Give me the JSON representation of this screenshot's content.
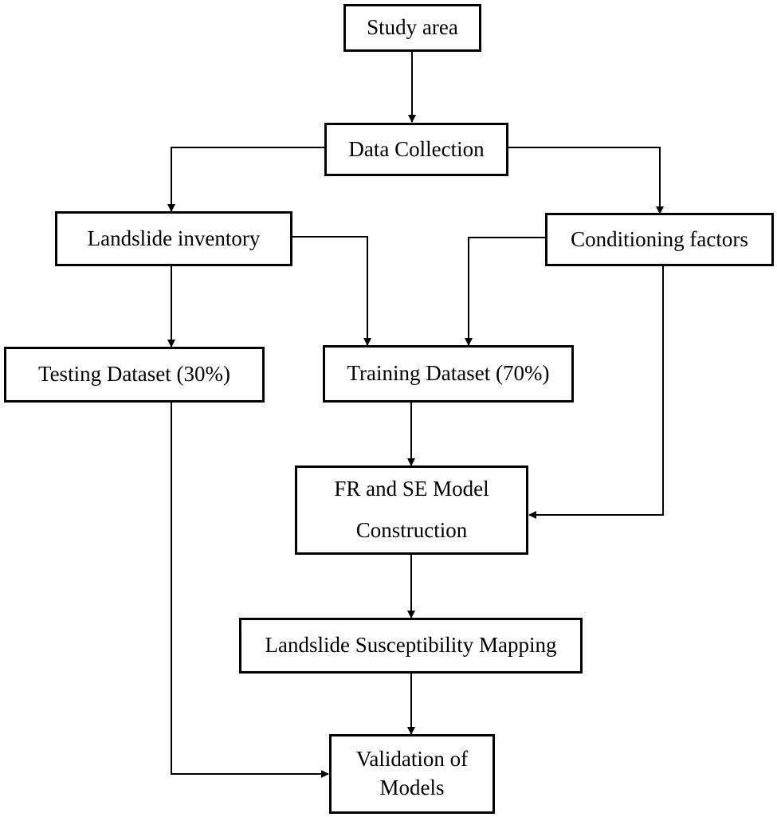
{
  "nodes": {
    "study_area": "Study area",
    "data_collection": "Data Collection",
    "landslide_inventory": "Landslide inventory",
    "conditioning_factors": "Conditioning factors",
    "testing_dataset": "Testing Dataset (30%)",
    "training_dataset": "Training Dataset (70%)",
    "model_construction": [
      "FR and SE Model",
      "Construction"
    ],
    "susceptibility_mapping": "Landslide Susceptibility Mapping",
    "validation": [
      "Validation of",
      "Models"
    ]
  },
  "edges": [
    {
      "from": "study_area",
      "to": "data_collection"
    },
    {
      "from": "data_collection",
      "to": "landslide_inventory"
    },
    {
      "from": "data_collection",
      "to": "conditioning_factors"
    },
    {
      "from": "landslide_inventory",
      "to": "testing_dataset"
    },
    {
      "from": "landslide_inventory",
      "to": "training_dataset"
    },
    {
      "from": "conditioning_factors",
      "to": "training_dataset"
    },
    {
      "from": "conditioning_factors",
      "to": "model_construction"
    },
    {
      "from": "training_dataset",
      "to": "model_construction"
    },
    {
      "from": "model_construction",
      "to": "susceptibility_mapping"
    },
    {
      "from": "susceptibility_mapping",
      "to": "validation"
    },
    {
      "from": "testing_dataset",
      "to": "validation"
    }
  ]
}
